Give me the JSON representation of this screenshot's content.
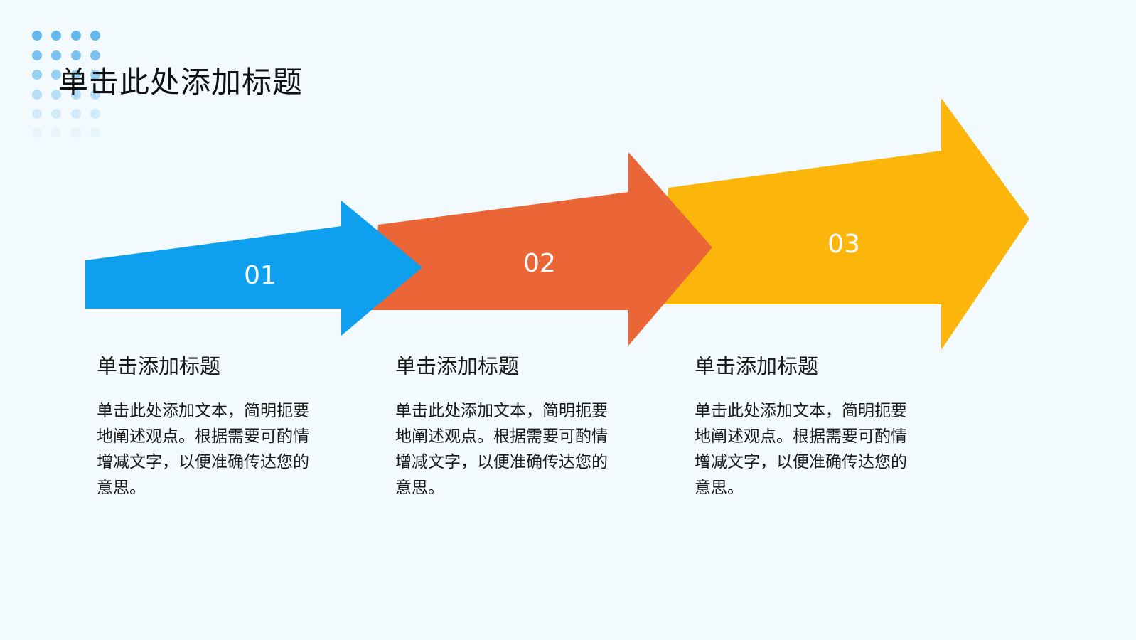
{
  "slide": {
    "title": "单击此处添加标题",
    "background": "#f3fafd"
  },
  "steps": [
    {
      "number": "01",
      "color": "#0ea0ee",
      "heading": "单击添加标题",
      "body": "单击此处添加文本，简明扼要地阐述观点。根据需要可酌情增减文字，以便准确传达您的意思。"
    },
    {
      "number": "02",
      "color": "#ea6637",
      "heading": "单击添加标题",
      "body": "单击此处添加文本，简明扼要地阐述观点。根据需要可酌情增减文字，以便准确传达您的意思。"
    },
    {
      "number": "03",
      "color": "#fcb50a",
      "heading": "单击添加标题",
      "body": "单击此处添加文本，简明扼要地阐述观点。根据需要可酌情增减文字，以便准确传达您的意思。"
    }
  ],
  "decoration": {
    "dots_icon": "dot-grid-icon",
    "dot_color": "#5cb4ec"
  }
}
